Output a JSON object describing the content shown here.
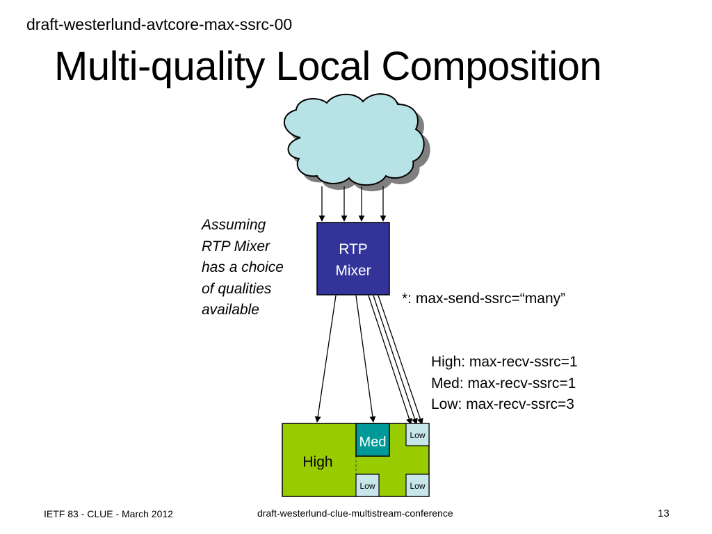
{
  "header": {
    "draft_id": "draft-westerlund-avtcore-max-ssrc-00",
    "title": "Multi-quality Local Composition"
  },
  "diagram": {
    "mixer_line1": "RTP",
    "mixer_line2": "Mixer",
    "note_lines": [
      "Assuming",
      "RTP Mixer",
      "has a choice",
      "of qualities",
      "available"
    ],
    "send_label": "*: max-send-ssrc=“many”",
    "recv_lines": [
      "High: max-recv-ssrc=1",
      "Med: max-recv-ssrc=1",
      "Low: max-recv-ssrc=3"
    ],
    "screen": {
      "high_label": "High",
      "med_label": "Med",
      "low_labels": [
        "Low",
        "Low",
        "Low"
      ]
    },
    "colors": {
      "cloud_fill": "#b8e3e6",
      "mixer_fill": "#333399",
      "screen_fill": "#99cc00",
      "med_fill": "#009999",
      "low_fill": "#c7e6ea"
    }
  },
  "footer": {
    "left": "IETF 83 - CLUE - March 2012",
    "center": "draft-westerlund-clue-multistream-conference",
    "page_number": "13"
  }
}
